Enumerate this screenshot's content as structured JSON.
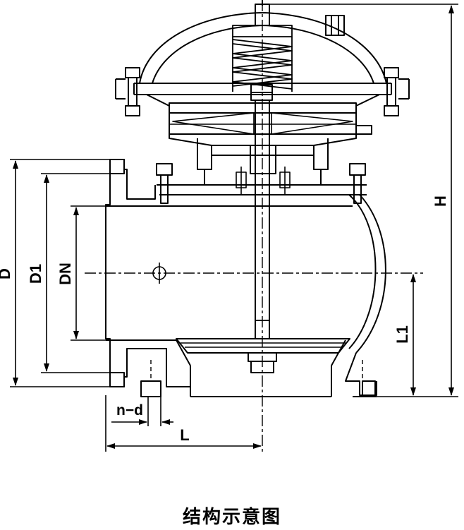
{
  "labels": {
    "D": "D",
    "D1": "D1",
    "DN": "DN",
    "H": "H",
    "L1": "L1",
    "n_d": "n−d",
    "L": "L"
  },
  "caption": "结构示意图",
  "colors": {
    "line": "#000000",
    "fill": "#ffffff",
    "hatch": "#000000"
  }
}
